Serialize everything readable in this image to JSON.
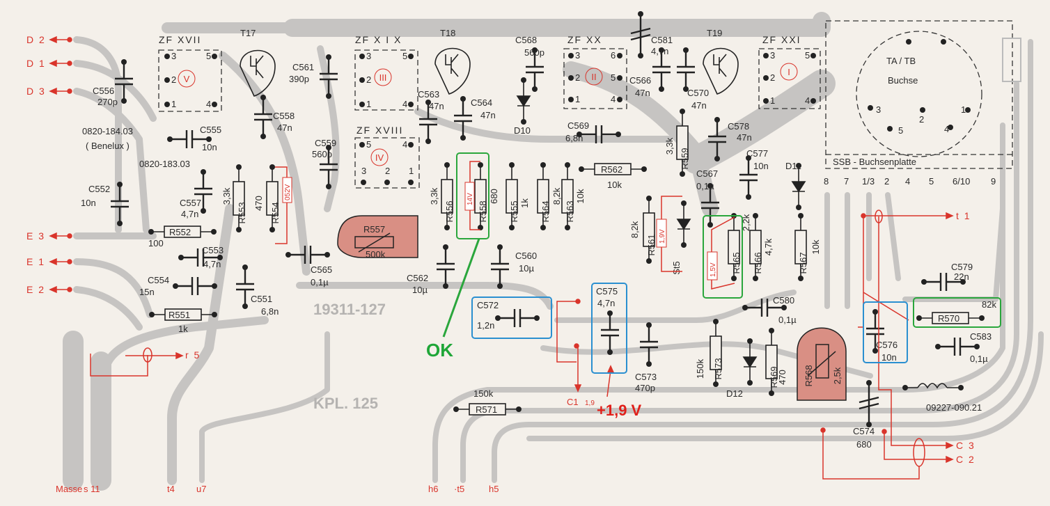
{
  "colors": {
    "background": "#f4f0ea",
    "trace": "#c6c4c2",
    "ink": "#222222",
    "red": "#d9342b",
    "green_box": "#2aa63c",
    "blue_box": "#2a8fd0",
    "pot": "#d98f84"
  },
  "connectors": {
    "D2": "D 2",
    "D1": "D 1",
    "D3": "D 3",
    "E3": "E 3",
    "E1": "E 1",
    "E2": "E 2",
    "r5": "r 5",
    "t1": "t 1",
    "C3": "C 3",
    "C2": "C 2",
    "C1": "C1"
  },
  "bottom": {
    "masse": "Masse",
    "s11": "s 11",
    "t4": "t4",
    "u7": "u7",
    "h6": "h6",
    "t5": "·t5",
    "h5": "h5"
  },
  "modules": {
    "zf17": {
      "title": "ZF  XVII",
      "roman": "V"
    },
    "zf19": {
      "title": "ZF  X I X",
      "roman": "III"
    },
    "zf18": {
      "title": "ZF XVIII",
      "roman": "IV"
    },
    "zf20": {
      "title": "ZF XX",
      "roman": "II"
    },
    "zf21": {
      "title": "ZF XXI",
      "roman": "I"
    },
    "pins": {
      "p1": "1",
      "p2": "2",
      "p3": "3",
      "p4": "4",
      "p5": "5",
      "p6": "6"
    }
  },
  "transistors": {
    "t17": "T17",
    "t18": "T18",
    "t19": "T19"
  },
  "socket": {
    "title": "TA / TB",
    "subtitle": "Buchse",
    "board": "SSB - Buchsenplatte",
    "pins": [
      "8",
      "7",
      "1/3",
      "2",
      "4",
      "5",
      "6/10",
      "9"
    ],
    "circle_pins": [
      "3",
      "2",
      "1",
      "5",
      "4"
    ]
  },
  "components": {
    "C556": [
      "C556",
      "270p"
    ],
    "C561": [
      "C561",
      "390p"
    ],
    "C563": [
      "C563",
      "47n"
    ],
    "C564": [
      "C564",
      "47n"
    ],
    "C568": [
      "C568",
      "560p"
    ],
    "C581": [
      "C581",
      "4,7n"
    ],
    "C566": [
      "C566",
      "47n"
    ],
    "C570": [
      "C570",
      "47n"
    ],
    "C558": [
      "C558",
      "47n"
    ],
    "D10": [
      "D10"
    ],
    "C569": [
      "C569",
      "6,8n"
    ],
    "C578": [
      "C578",
      "47n"
    ],
    "C577": [
      "C577",
      "10n"
    ],
    "D11": [
      "D11"
    ],
    "C555": [
      "C555",
      "10n"
    ],
    "C559": [
      "C559",
      "560p"
    ],
    "C552": [
      "C552",
      "10n"
    ],
    "C557": [
      "C557",
      "4,7n"
    ],
    "R553": [
      "R553",
      "3,3k"
    ],
    "R554": [
      "R554",
      "470"
    ],
    "R556": [
      "R556",
      "3,3k"
    ],
    "R558": [
      "R558",
      "680"
    ],
    "R555": [
      "R555",
      "1k"
    ],
    "R564": [
      "R564",
      "8,2k"
    ],
    "R563": [
      "R563",
      "10k"
    ],
    "R562": [
      "R562",
      "10k"
    ],
    "R559": [
      "R559",
      "3,3k"
    ],
    "C567": [
      "C567",
      "0,1µ"
    ],
    "R561": [
      "R561",
      "8,2k"
    ],
    "St5": [
      "St5"
    ],
    "R565": [
      "R565",
      "2,2k"
    ],
    "R566": [
      "R566",
      "4,7k"
    ],
    "R567": [
      "R567",
      "10k"
    ],
    "R552": [
      "R552",
      "100"
    ],
    "R557": [
      "R557",
      "500k"
    ],
    "C553": [
      "C553",
      "4,7n"
    ],
    "C565": [
      "C565",
      "0,1µ"
    ],
    "C560": [
      "C560",
      "10µ"
    ],
    "C562": [
      "C562",
      "10µ"
    ],
    "C554": [
      "C554",
      "15n"
    ],
    "C551": [
      "C551",
      "6,8n"
    ],
    "R551": [
      "R551",
      "1k"
    ],
    "C572": [
      "C572",
      "1,2n"
    ],
    "C575": [
      "C575",
      "4,7n"
    ],
    "C573": [
      "C573",
      "470p"
    ],
    "C580": [
      "C580",
      "0,1µ"
    ],
    "R573": [
      "R573",
      "150k"
    ],
    "D12": [
      "D12"
    ],
    "R569": [
      "R569",
      "470"
    ],
    "R568": [
      "R568",
      "2,5k"
    ],
    "C576": [
      "C576",
      "10n"
    ],
    "R570": [
      "R570",
      "82k"
    ],
    "C579": [
      "C579",
      "22n"
    ],
    "C583": [
      "C583",
      "0,1µ"
    ],
    "C574": [
      "C574",
      "680"
    ],
    "R571": [
      "R571",
      "150k"
    ],
    "L": [
      "09227-090.21"
    ]
  },
  "parts": {
    "p184": "0820-184.03",
    "benelux": "( Benelux )",
    "p183": "0820-183.03",
    "board_no": "19311-127",
    "kpl": "KPL. 125"
  },
  "annotations": {
    "v052": "052V",
    "v14": "14V",
    "v19": "1,9V",
    "v15": "1,5V",
    "ok": "OK",
    "plus19": "+1,9 V",
    "small19": "1,9"
  }
}
